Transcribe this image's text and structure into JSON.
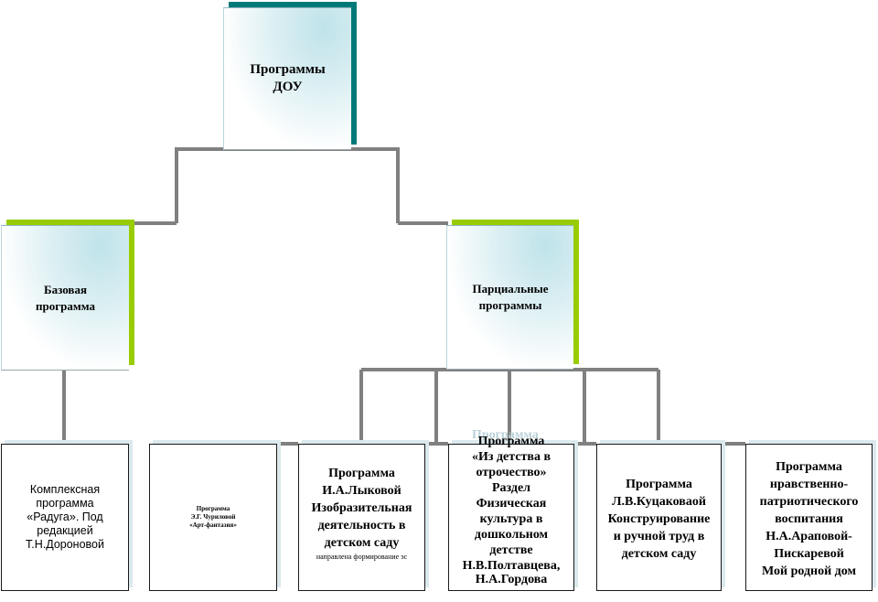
{
  "root": {
    "line1": "Программы",
    "line2": "ДОУ"
  },
  "base": {
    "line1": "Базовая",
    "line2": "программа"
  },
  "partial": {
    "line1": "Парциальные",
    "line2": "программы"
  },
  "ghost_text": "Программа",
  "boxes": [
    {
      "lines": [
        "Комплексная",
        "программа",
        "«Радуга». Под",
        "редакцией",
        "Т.Н.Дороновой"
      ]
    },
    {
      "lines": [
        "Программа",
        "Э.Г. Чуриловой",
        "«Арт-фантазия»"
      ]
    },
    {
      "lines": [
        "Программа",
        "И.А.Лыковой",
        "Изобразительная",
        "деятельность в",
        "детском саду"
      ],
      "note": "направлена формирование эс"
    },
    {
      "lines": [
        "Программа",
        "«Из детства в",
        "отрочество»",
        "Раздел",
        "Физическая",
        "культура в",
        "дошкольном",
        "детстве",
        "Н.В.Полтавцева,",
        "Н.А.Гордова"
      ]
    },
    {
      "lines": [
        "Программа",
        "Л.В.Куцаковаой",
        "Конструирование",
        "и ручной труд в",
        "детском саду"
      ]
    },
    {
      "lines": [
        "Программа",
        "нравственно-",
        "патриотического",
        "воспитания",
        "Н.А.Араповой-",
        "Пискаревой",
        "Мой родной дом"
      ]
    }
  ],
  "colors": {
    "connector": "#808080",
    "accent_teal": "#007a78",
    "accent_green": "#99cc00",
    "box_tint": "#bfe3ea"
  }
}
